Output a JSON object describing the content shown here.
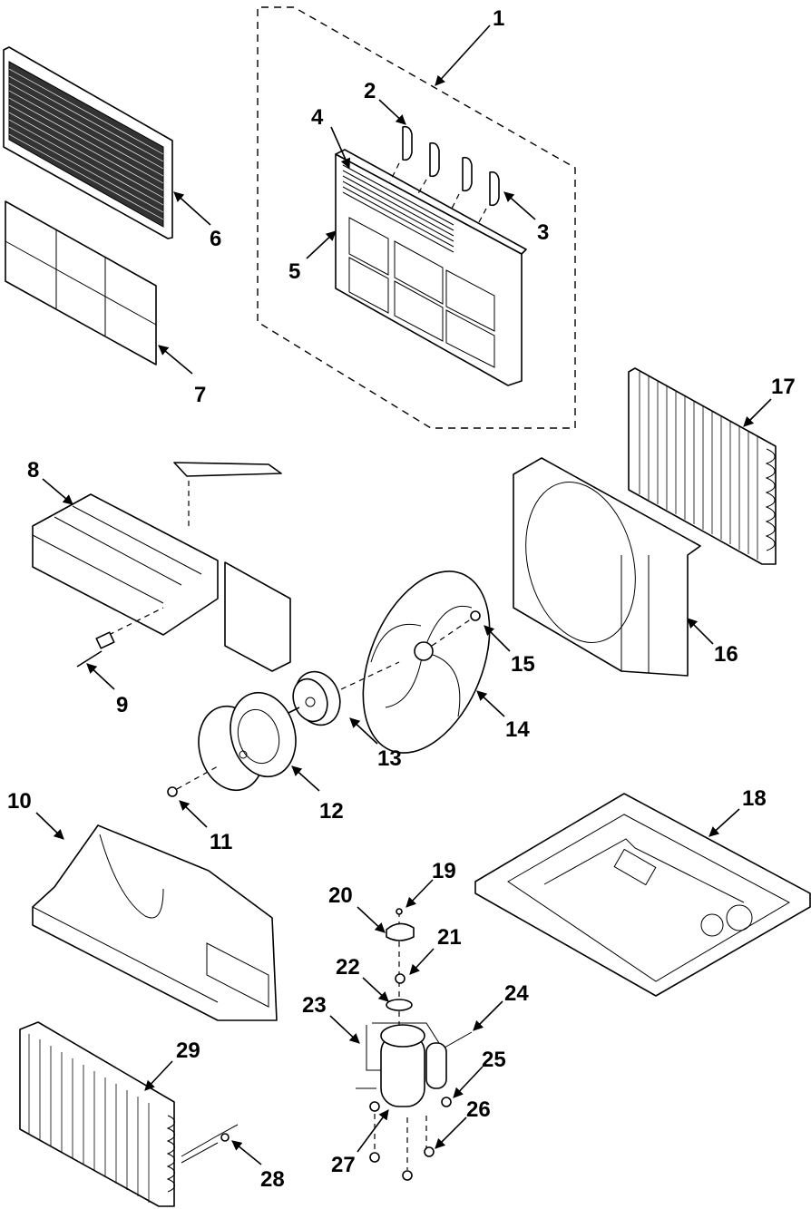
{
  "diagram": {
    "title": "Room air conditioner exploded parts view",
    "style": "black-and-white isometric line art with numbered callouts",
    "colors": {
      "ink": "#000000",
      "background": "#ffffff"
    },
    "callouts": [
      {
        "number": "1",
        "part": "front-panel-assembly"
      },
      {
        "number": "2",
        "part": "louver-vertical-left"
      },
      {
        "number": "3",
        "part": "louver-vertical-right"
      },
      {
        "number": "4",
        "part": "louver-horizontal"
      },
      {
        "number": "5",
        "part": "front-panel-frame"
      },
      {
        "number": "6",
        "part": "front-grille"
      },
      {
        "number": "7",
        "part": "air-filter"
      },
      {
        "number": "8",
        "part": "control-box"
      },
      {
        "number": "9",
        "part": "thermistor-sensor"
      },
      {
        "number": "10",
        "part": "blower-housing"
      },
      {
        "number": "11",
        "part": "blower-nut"
      },
      {
        "number": "12",
        "part": "blower-wheel"
      },
      {
        "number": "13",
        "part": "fan-motor"
      },
      {
        "number": "14",
        "part": "condenser-fan-blade"
      },
      {
        "number": "15",
        "part": "fan-blade-nut"
      },
      {
        "number": "16",
        "part": "fan-shroud"
      },
      {
        "number": "17",
        "part": "condenser-coil"
      },
      {
        "number": "18",
        "part": "base-pan"
      },
      {
        "number": "19",
        "part": "terminal-nut"
      },
      {
        "number": "20",
        "part": "terminal-cover"
      },
      {
        "number": "21",
        "part": "overload-protector"
      },
      {
        "number": "22",
        "part": "terminal-gasket"
      },
      {
        "number": "23",
        "part": "discharge-tube"
      },
      {
        "number": "24",
        "part": "suction-tube"
      },
      {
        "number": "25",
        "part": "compressor-grommet"
      },
      {
        "number": "26",
        "part": "compressor-mount-nut"
      },
      {
        "number": "27",
        "part": "compressor"
      },
      {
        "number": "28",
        "part": "capillary-tube"
      },
      {
        "number": "29",
        "part": "evaporator-coil"
      }
    ]
  }
}
